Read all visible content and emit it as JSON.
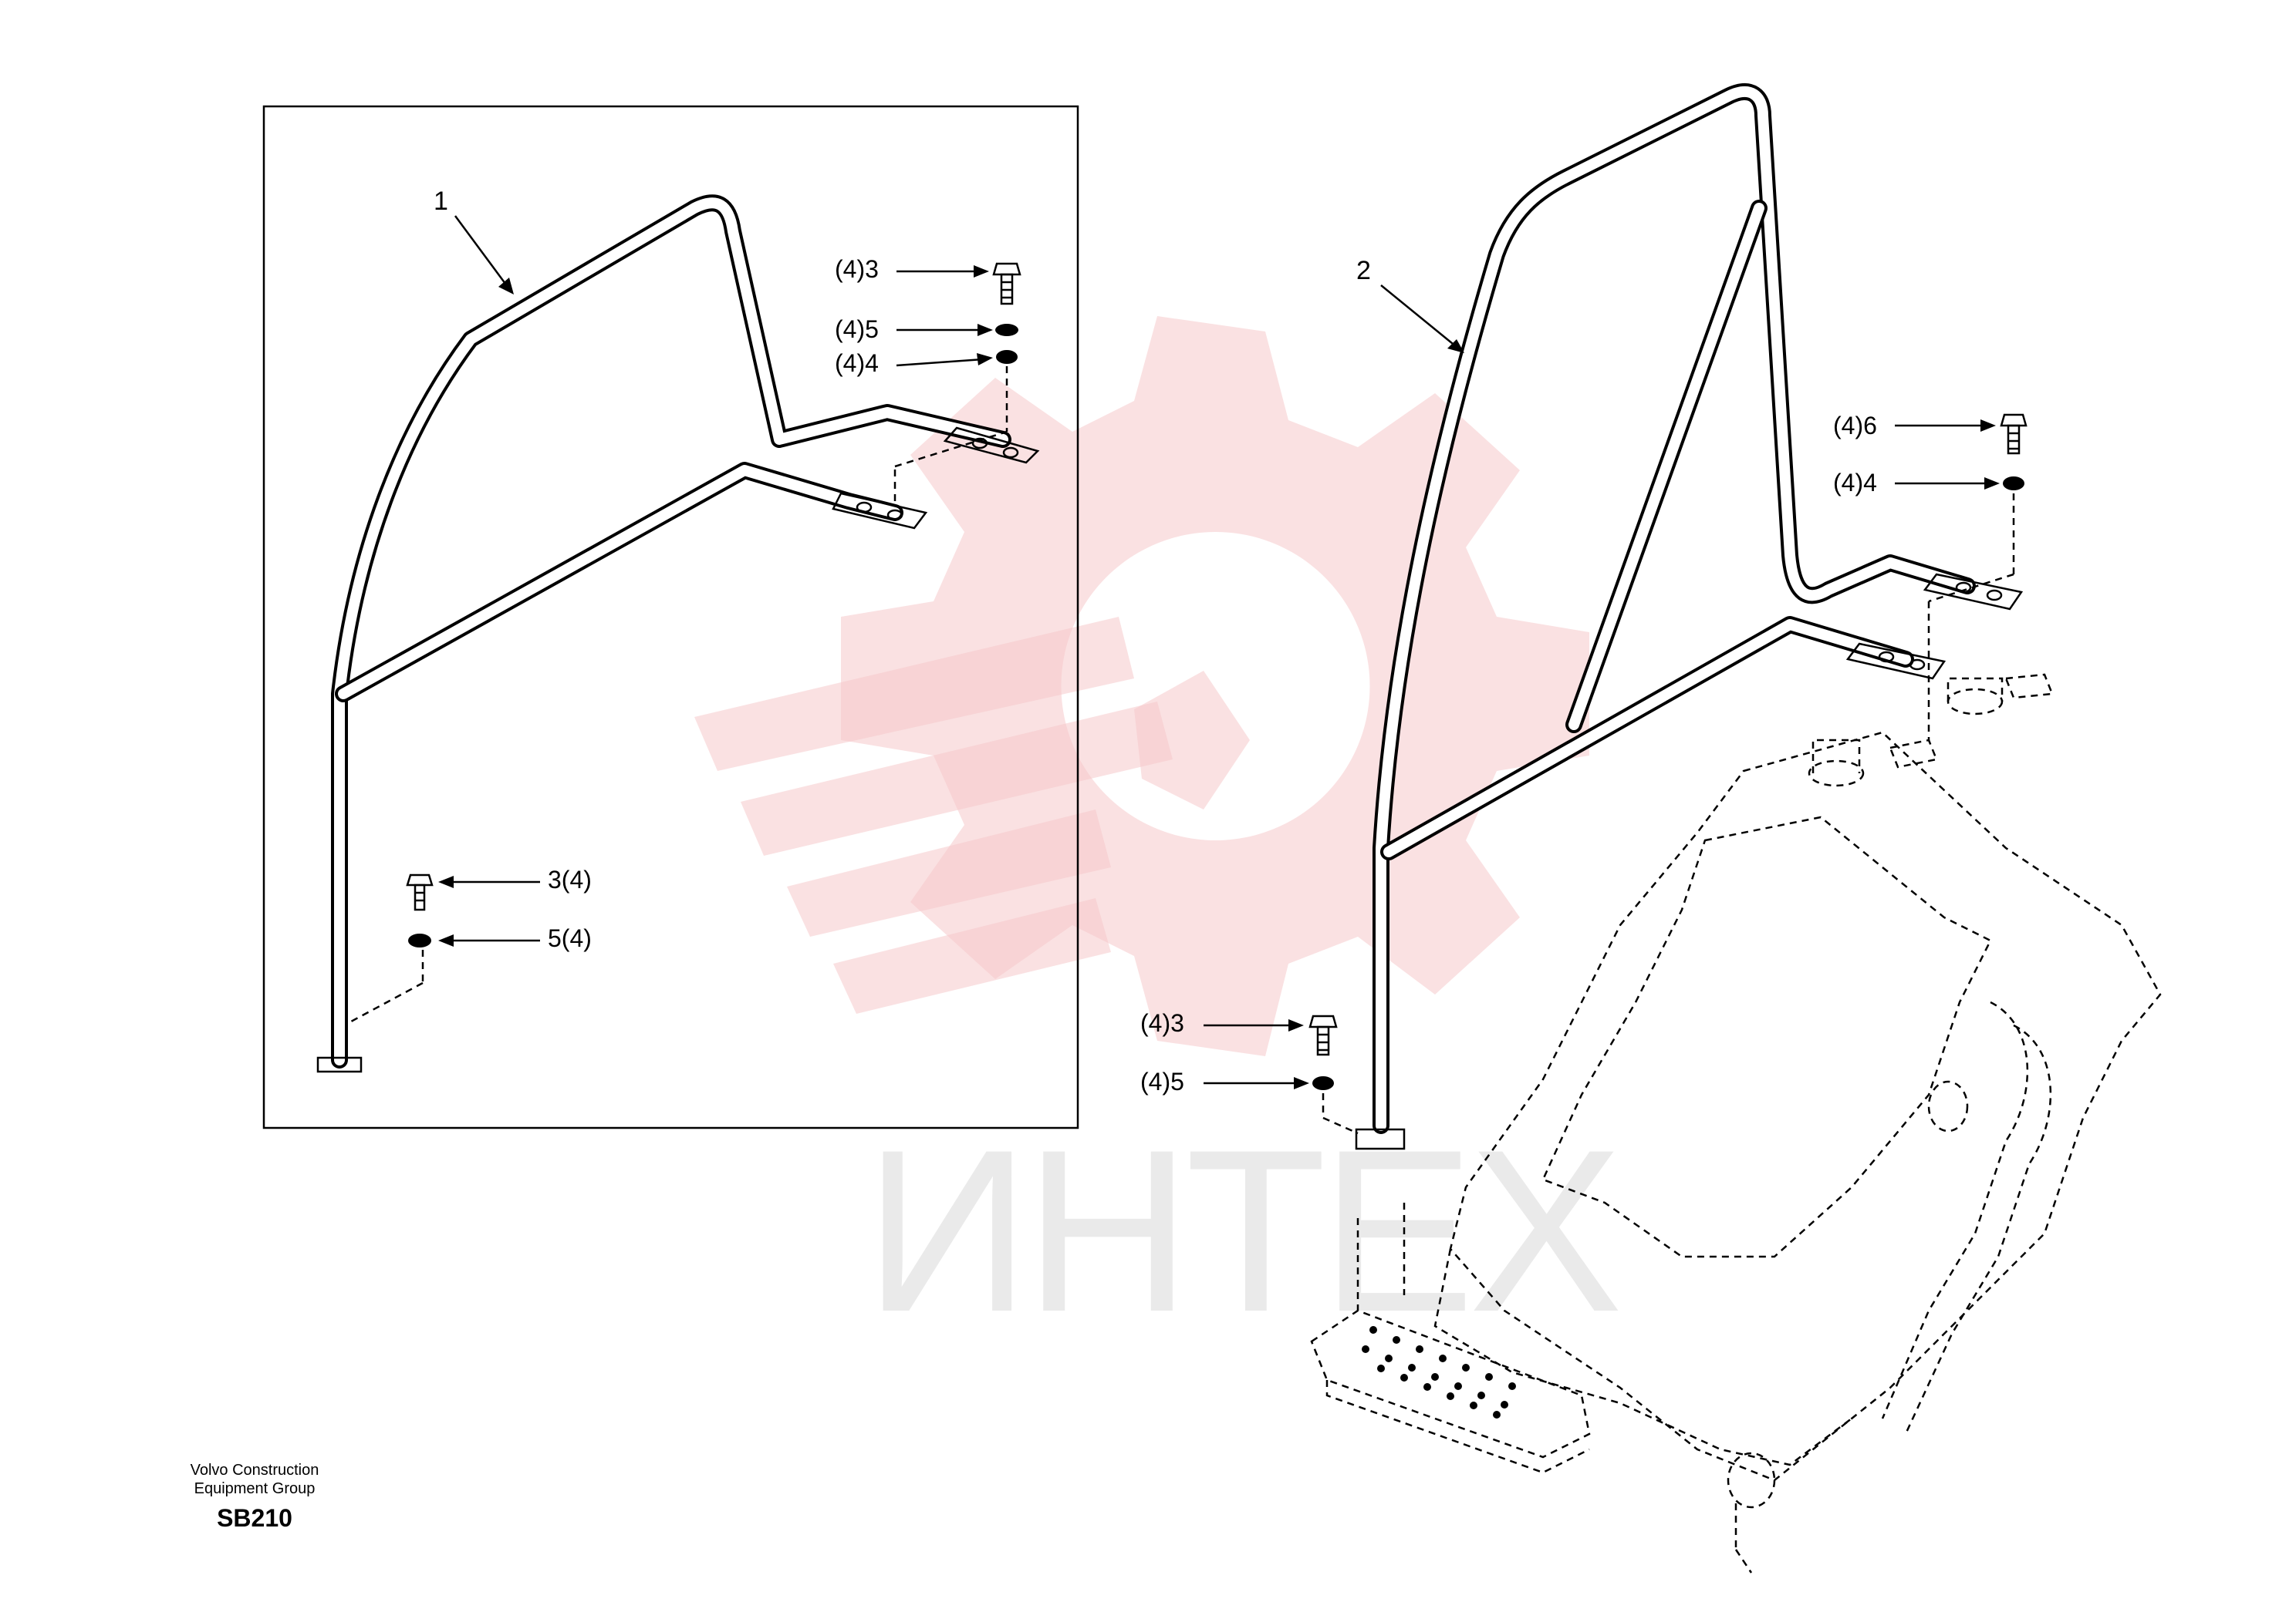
{
  "parts": {
    "left_frame_item": "1",
    "right_frame_item": "2"
  },
  "callouts": {
    "left_bolt_top": "(4)3",
    "left_washer_top": "(4)5",
    "left_lockwasher_top": "(4)4",
    "left_bolt_bottom": "3(4)",
    "left_washer_bottom": "5(4)",
    "right_bolt_top": "(4)6",
    "right_lockwasher_top": "(4)4",
    "right_bolt_bottom": "(4)3",
    "right_washer_bottom": "(4)5"
  },
  "watermark": {
    "text": "ИНТЕХ",
    "color": "#f6c9cb"
  },
  "footer": {
    "company_line1": "Volvo Construction",
    "company_line2": "Equipment Group",
    "page_code": "SB210"
  }
}
